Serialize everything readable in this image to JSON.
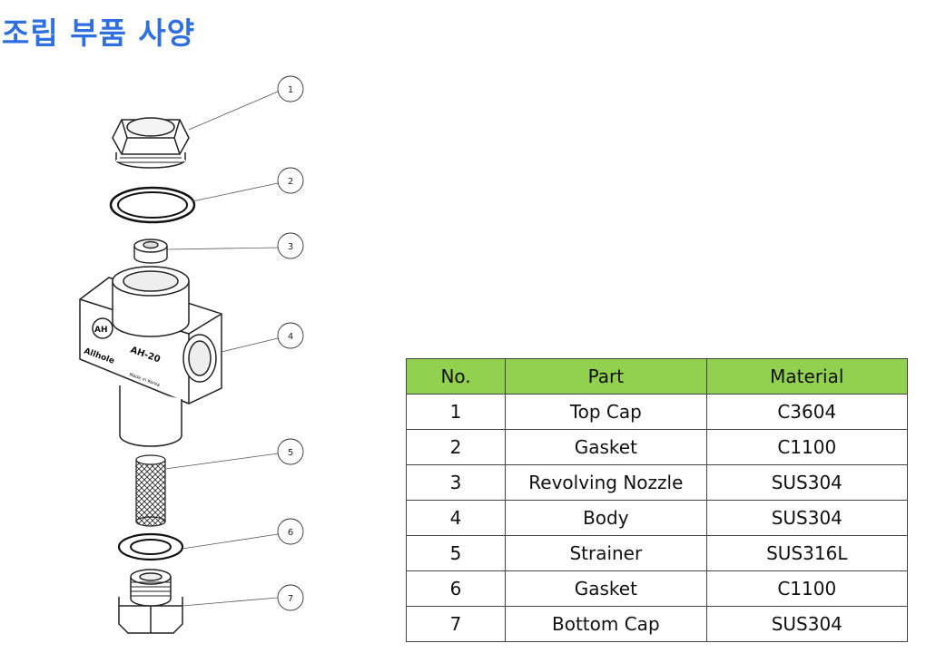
{
  "page": {
    "title": "조립 부품 사양"
  },
  "drawing": {
    "callouts": [
      "1",
      "2",
      "3",
      "4",
      "5",
      "6",
      "7"
    ],
    "body_marks": {
      "logo": "AH",
      "model": "AH-20",
      "brand": "Allhole",
      "origin": "Made in Korea"
    }
  },
  "parts_table": {
    "headers": {
      "no": "No.",
      "part": "Part",
      "material": "Material"
    },
    "header_color": "#92d050",
    "rows": [
      {
        "no": "1",
        "part": "Top Cap",
        "material": "C3604"
      },
      {
        "no": "2",
        "part": "Gasket",
        "material": "C1100"
      },
      {
        "no": "3",
        "part": "Revolving Nozzle",
        "material": "SUS304"
      },
      {
        "no": "4",
        "part": "Body",
        "material": "SUS304"
      },
      {
        "no": "5",
        "part": "Strainer",
        "material": "SUS316L"
      },
      {
        "no": "6",
        "part": "Gasket",
        "material": "C1100"
      },
      {
        "no": "7",
        "part": "Bottom Cap",
        "material": "SUS304"
      }
    ]
  }
}
